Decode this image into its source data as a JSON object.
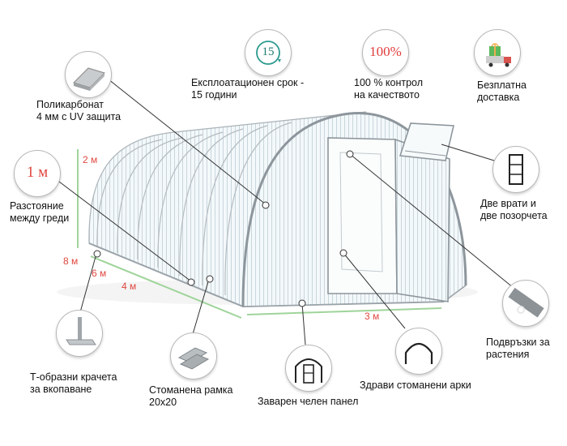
{
  "features": {
    "polycarbonate": {
      "line1": "Поликарбонат",
      "line2": "4 мм с UV защита"
    },
    "lifetime": {
      "line1": "Експлоатационен срок -",
      "line2": "15 години",
      "badge": "15"
    },
    "quality": {
      "line1": "100 % контрол",
      "line2": "на качеството",
      "badge": "100%"
    },
    "delivery": {
      "line1": "Безплатна",
      "line2": "доставка"
    },
    "beam_distance": {
      "line1": "Разстояние",
      "line2": "между греди",
      "badge": "1 м"
    },
    "doors": {
      "line1": "Две врати и",
      "line2": "две позорчета"
    },
    "plant_ties": {
      "line1": "Подвръзки за",
      "line2": "растения"
    },
    "t_legs": {
      "line1": "Т-образни крачета",
      "line2": "за вкопаване"
    },
    "steel_frame": {
      "line1": "Стоманена рамка",
      "line2": "20x20"
    },
    "welded_panel": {
      "line1": "Заварен челен панел"
    },
    "steel_arches": {
      "line1": "Здрави стоманени арки"
    }
  },
  "dimensions": {
    "height": "2 м",
    "length_8": "8 м",
    "length_6": "6 м",
    "length_4": "4 м",
    "width": "3 м"
  },
  "colors": {
    "accent_red": "#e0473f",
    "dimension_green": "#9fd49a",
    "frame_gray": "#a8b0b6",
    "quality_red": "#e23b3b"
  },
  "icons": {
    "lifetime": "clock-15-icon",
    "quality": "percent-100-icon",
    "delivery": "gift-truck-icon"
  }
}
